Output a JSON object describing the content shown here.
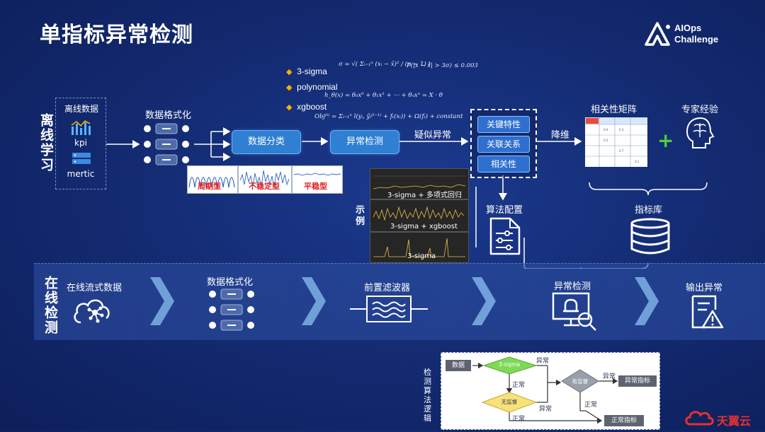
{
  "title": "单指标异常检测",
  "logo": {
    "line1": "AIOps",
    "line2": "Challenge"
  },
  "brand": "天翼云",
  "offline": {
    "section_label": "离线学习",
    "data_box_title": "离线数据",
    "kpi_label": "kpi",
    "metric_label": "mertic",
    "format_label": "数据格式化",
    "classify_button": "数据分类",
    "detect_button": "异常检测",
    "suspect_label": "疑似异常",
    "reduce_label": "降维",
    "feature_chips": [
      "关键特性",
      "关联关系",
      "相关性"
    ],
    "corr_matrix_label": "相关性矩阵",
    "expert_label": "专家经验",
    "metric_lib_label": "指标库",
    "algo_config_label": "算法配置",
    "example_label": "示例",
    "series_types": [
      "周期型",
      "不稳定型",
      "平稳型"
    ],
    "example_charts": [
      "3-sigma + 多项式回归",
      "3-sigma + xgboost",
      "3-sigma"
    ]
  },
  "algorithms": {
    "items": [
      "3-sigma",
      "polynomial",
      "xgboost"
    ],
    "sigma_formula": "σ = √( Σᵢ₌₁ⁿ (xᵢ − x̄)² / (n − 1) )",
    "sigma_prob": "P(|x − x̄| > 3σ) ≤ 0.003",
    "poly_formula": "h_θ(x) = θ₀x⁰ + θ₁x¹ + ⋯ + θₙxⁿ = X · θ",
    "xgb_formula": "Obj⁽ᵗ⁾ = Σᵢ₌₁ⁿ l(yᵢ, ŷᵢ⁽ᵗ⁻¹⁾ + fₜ(xᵢ)) + Ω(fₜ) + constant"
  },
  "online": {
    "section_label": "在线检测",
    "stream_label": "在线流式数据",
    "format_label": "数据格式化",
    "filter_label": "前置滤波器",
    "detect_label": "异常检测",
    "output_label": "输出异常"
  },
  "logic": {
    "section_label": "检测算法逻辑",
    "data_node": "数据",
    "sigma_node": "3-sigma",
    "supervised_node": "有监督",
    "unsupervised_node": "无监督",
    "abnormal_out": "异常指标",
    "normal_out": "正常指标",
    "abnormal": "异常",
    "normal": "正常"
  },
  "colors": {
    "accent": "#2f7fd2",
    "highlight": "#f0b400",
    "series_red": "#e02020",
    "plus": "#4cd137"
  }
}
